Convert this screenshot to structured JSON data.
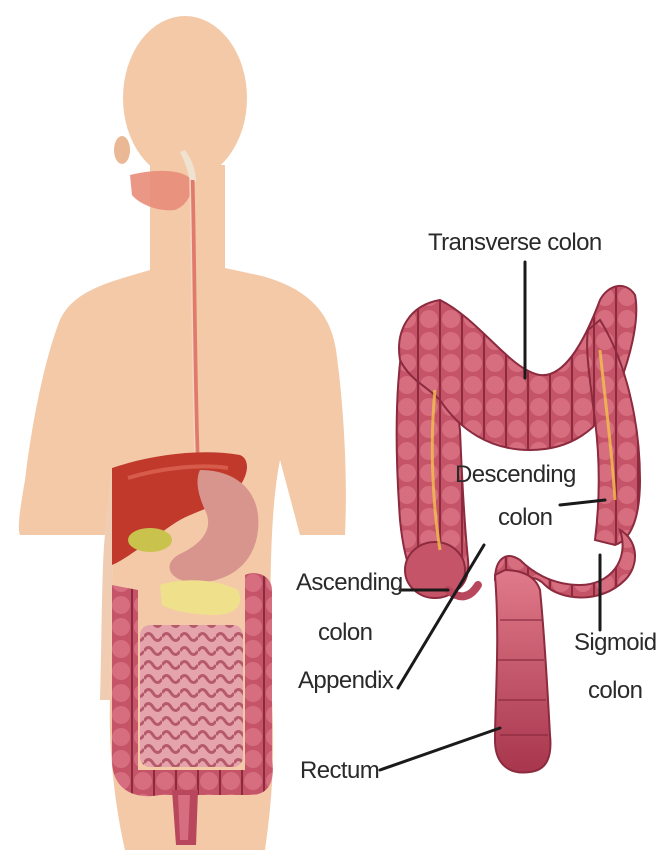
{
  "labels": {
    "transverse_colon": "Transverse colon",
    "descending_colon_line1": "Descending",
    "descending_colon_line2": "colon",
    "ascending_colon_line1": "Ascending",
    "ascending_colon_line2": "colon",
    "appendix": "Appendix",
    "sigmoid_colon_line1": "Sigmoid",
    "sigmoid_colon_line2": "colon",
    "rectum": "Rectum"
  },
  "colors": {
    "skin": "#f3c9a8",
    "skin_shadow": "#e8b48e",
    "colon": "#c9566a",
    "colon_dark": "#9a2f45",
    "colon_light": "#e58a98",
    "liver": "#c0392b",
    "stomach": "#d4918a",
    "gallbladder": "#c7c24a",
    "pancreas": "#f0e08a",
    "small_intestine": "#e2a0a8",
    "leader_lines": "#1a1a1a"
  }
}
